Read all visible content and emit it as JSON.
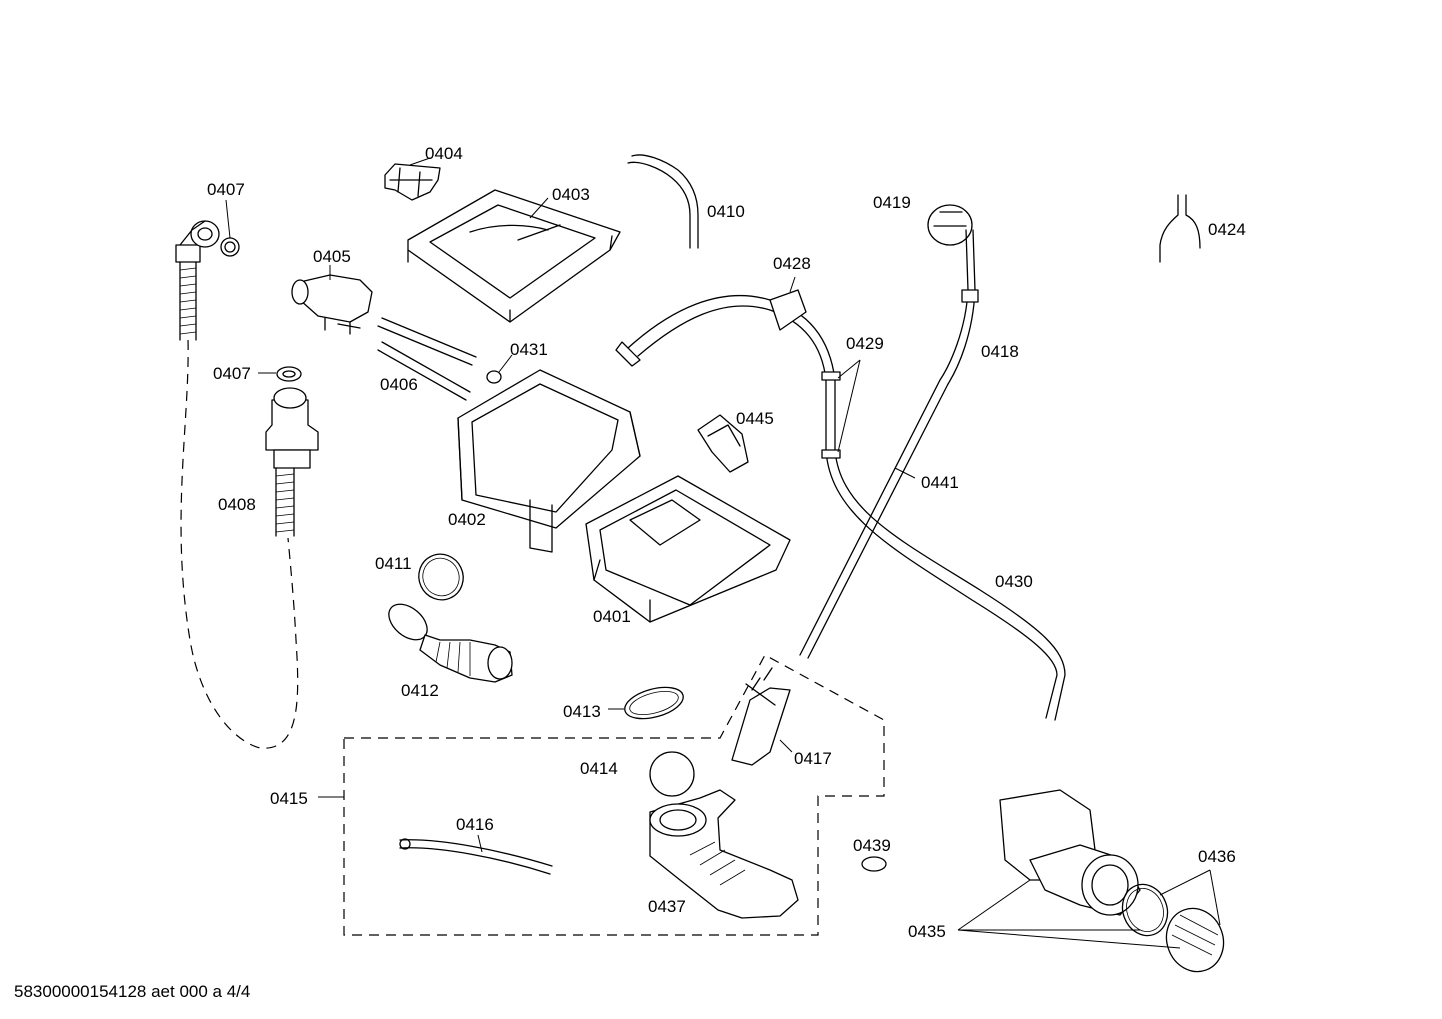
{
  "labels": {
    "p0401": "0401",
    "p0402": "0402",
    "p0403": "0403",
    "p0404": "0404",
    "p0405": "0405",
    "p0406": "0406",
    "p0407a": "0407",
    "p0407b": "0407",
    "p0408": "0408",
    "p0410": "0410",
    "p0411": "0411",
    "p0412": "0412",
    "p0413": "0413",
    "p0414": "0414",
    "p0415": "0415",
    "p0416": "0416",
    "p0417": "0417",
    "p0418": "0418",
    "p0419": "0419",
    "p0424": "0424",
    "p0428": "0428",
    "p0429": "0429",
    "p0430": "0430",
    "p0431": "0431",
    "p0435": "0435",
    "p0436": "0436",
    "p0437": "0437",
    "p0439": "0439",
    "p0441": "0441",
    "p0445": "0445"
  },
  "footer": "58300000154128 aet 000 a 4/4"
}
